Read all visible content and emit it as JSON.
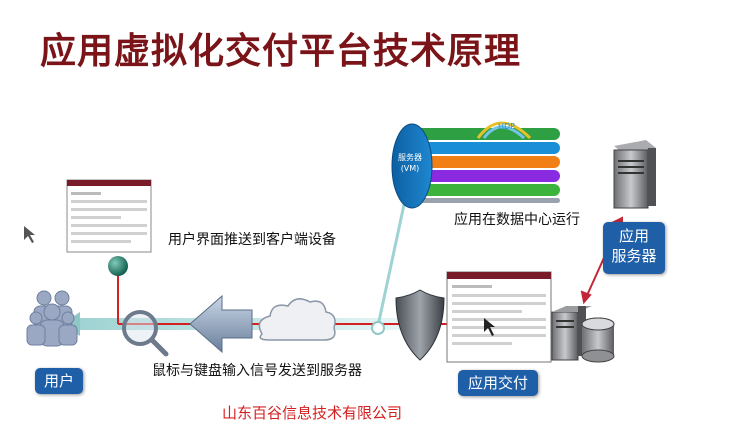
{
  "title": "应用虚拟化交付平台技术原理",
  "labels": {
    "push_ui": "用户界面推送到客户端设备",
    "run_in_dc": "应用在数据中心运行",
    "input_signals": "鼠标与键盘输入信号发送到服务器",
    "vm_line1": "服务器",
    "vm_line2": "(VM)",
    "hdp": "HDP"
  },
  "badges": {
    "user": "用户",
    "app_delivery": "应用交付",
    "app_server_line1": "应用",
    "app_server_line2": "服务器"
  },
  "footer": {
    "company": "山东百谷信息技术有限公司"
  },
  "colors": {
    "title": "#7a1418",
    "badge": "#1e5fa8",
    "signal_line": "#d42020",
    "company": "#d42020"
  }
}
